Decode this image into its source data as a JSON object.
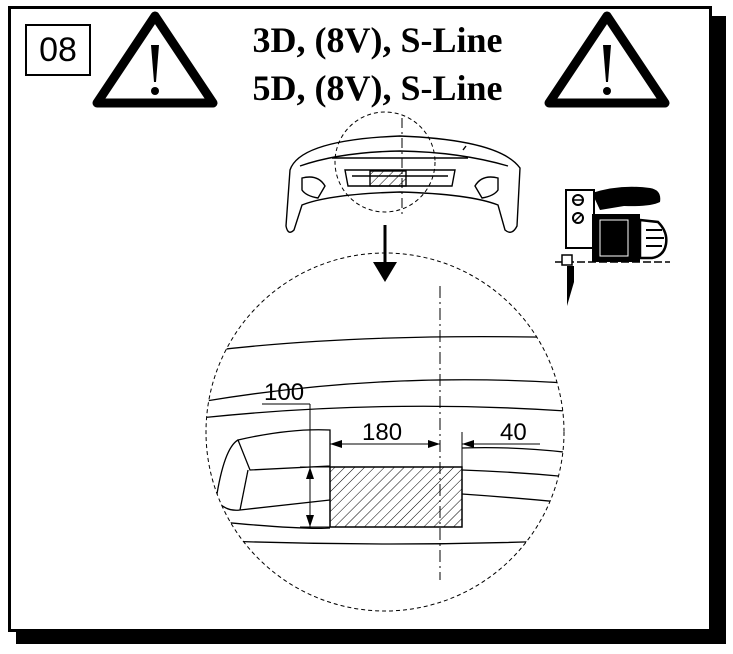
{
  "step": {
    "number": "08"
  },
  "title": {
    "line1": "3D, (8V), S-Line",
    "line2": "5D, (8V), S-Line"
  },
  "dimensions": {
    "height": "100",
    "width": "180",
    "offset": "40"
  },
  "icons": {
    "warning": "warning-triangle-icon",
    "tool": "jigsaw-icon",
    "arrow": "arrow-down-icon"
  }
}
